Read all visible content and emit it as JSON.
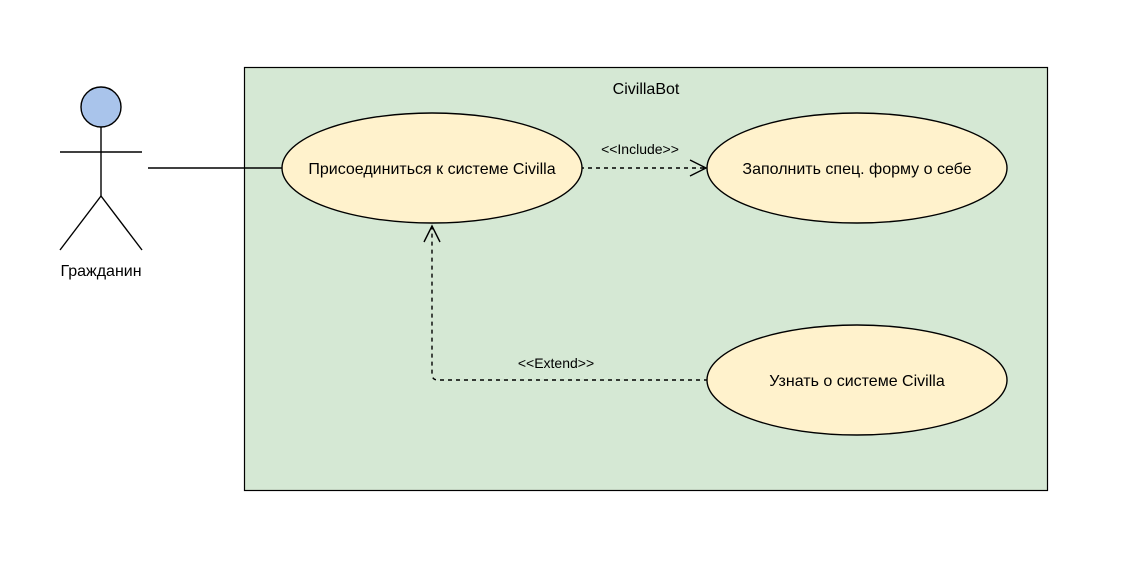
{
  "system": {
    "title": "CivillaBot",
    "fill": "#d5e8d4"
  },
  "actor": {
    "label": "Гражданин",
    "head_fill": "#a9c4eb"
  },
  "use_cases": {
    "join": {
      "label": "Присоединиться к системе Civilla"
    },
    "fill_form": {
      "label": "Заполнить спец. форму о себе"
    },
    "learn": {
      "label": "Узнать о системе Civilla"
    },
    "fill": "#fff2cc"
  },
  "relations": {
    "include": {
      "label": "<<Include>>"
    },
    "extend": {
      "label": "<<Extend>>"
    }
  }
}
